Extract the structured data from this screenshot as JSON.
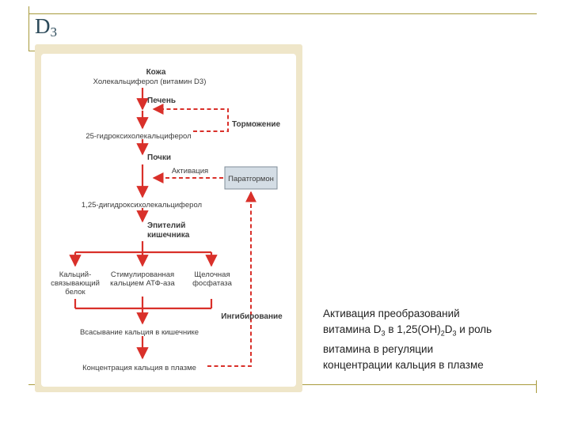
{
  "slide": {
    "title_main": "D",
    "title_sub": "3",
    "accent_line_color": "#a89a3c"
  },
  "diagram": {
    "flow_color": "#d9302a",
    "nodes": {
      "skin": "Кожа",
      "cholecalciferol": "Холекальциферол (витамин D3)",
      "liver": "Печень",
      "hydroxy25": "25-гидроксихолекальциферол",
      "kidneys": "Почки",
      "dihydroxy125": "1,25-дигидроксихолекальциферол",
      "epithelium_line1": "Эпителий",
      "epithelium_line2": "кишечника",
      "ca_protein_line1": "Кальций-",
      "ca_protein_line2": "связывающий",
      "ca_protein_line3": "белок",
      "atpase_line1": "Стимулированная",
      "atpase_line2": "кальцием АТФ-аза",
      "alk_phos_line1": "Щелочная",
      "alk_phos_line2": "фосфатаза",
      "absorption": "Всасывание кальция в кишечнике",
      "plasma_concentration": "Концентрация кальция в плазме",
      "inhibition": "Торможение",
      "activation": "Активация",
      "parathormone": "Паратгормон",
      "inhibiting": "Ингибирование"
    }
  },
  "caption": {
    "line1": "Активация преобразований",
    "line2_a": "витамина D",
    "line2_sub1": "3",
    "line2_b": " в 1,25(OH)",
    "line2_sub2": "2",
    "line2_c": "D",
    "line2_sub3": "3",
    "line2_d": " и роль",
    "line3": "витамина в регуляции",
    "line4": "концентрации кальция в плазме"
  }
}
